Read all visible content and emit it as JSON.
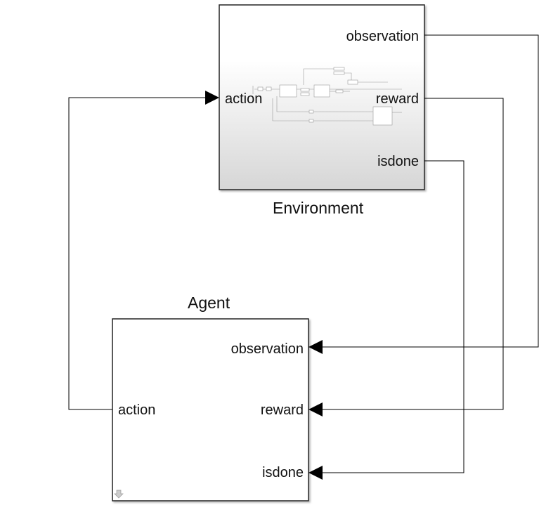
{
  "environment": {
    "name": "Environment",
    "ports_in": [
      "action"
    ],
    "ports_out": [
      "observation",
      "reward",
      "isdone"
    ]
  },
  "agent": {
    "name": "Agent",
    "ports_in": [
      "observation",
      "reward",
      "isdone"
    ],
    "ports_out": [
      "action"
    ]
  },
  "connections": [
    {
      "from": "environment.observation",
      "to": "agent.observation"
    },
    {
      "from": "environment.reward",
      "to": "agent.reward"
    },
    {
      "from": "environment.isdone",
      "to": "agent.isdone"
    },
    {
      "from": "agent.action",
      "to": "environment.action"
    }
  ],
  "colors": {
    "line": "#000000",
    "block_border": "#222222",
    "env_gradient_bottom": "#d8d8d8"
  }
}
